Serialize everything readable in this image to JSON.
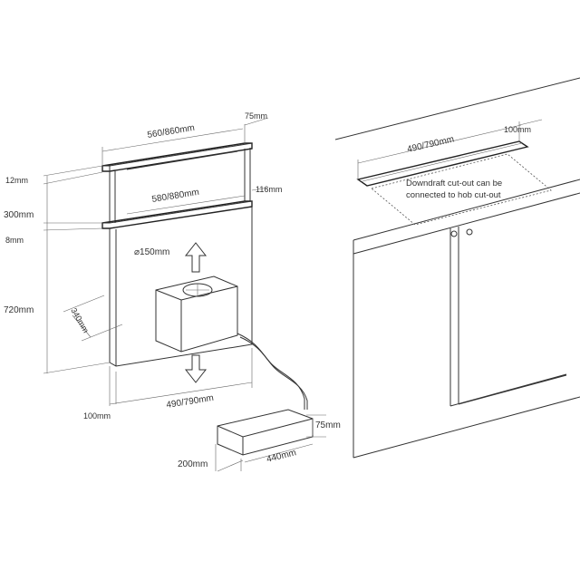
{
  "left_diagram": {
    "dims": {
      "top_width": "560/860mm",
      "top_depth": "75mm",
      "height_12": "12mm",
      "height_300": "300mm",
      "height_8": "8mm",
      "lower_width": "580/880mm",
      "lower_depth": "116mm",
      "outlet_diameter": "⌀150mm",
      "height_720": "720mm",
      "fan_depth": "340mm",
      "bottom_offset": "100mm",
      "body_width": "490/790mm",
      "box_height": "75mm",
      "box_depth": "200mm",
      "box_width": "440mm"
    }
  },
  "right_diagram": {
    "dims": {
      "cutout_width": "490/790mm",
      "cutout_depth": "100mm"
    },
    "note_line1": "Downdraft cut-out can be",
    "note_line2": "connected to hob cut-out"
  }
}
